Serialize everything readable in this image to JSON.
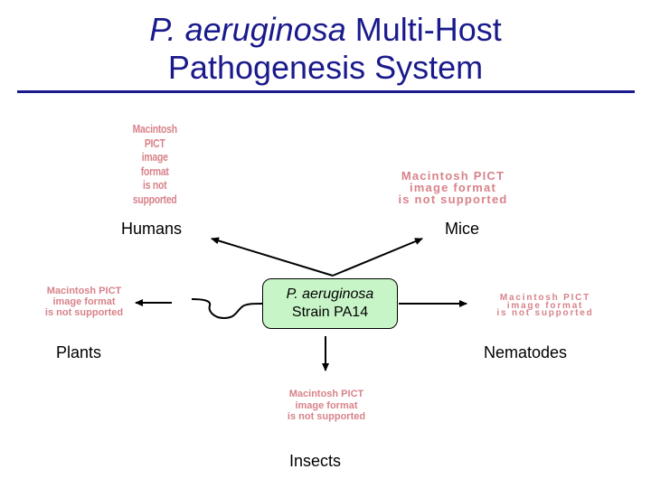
{
  "title": {
    "italic": "P. aeruginosa",
    "rest_line1": " Multi-Host",
    "line2": "Pathogenesis System"
  },
  "pict_text": {
    "line1": "Macintosh PICT",
    "line2": "image format",
    "line3": "is not supported"
  },
  "labels": {
    "humans": "Humans",
    "mice": "Mice",
    "plants": "Plants",
    "nematodes": "Nematodes",
    "insects": "Insects"
  },
  "center": {
    "species": "P. aeruginosa",
    "strain": "Strain PA14"
  },
  "colors": {
    "title": "#1a1a8c",
    "center_fill": "#c8f5c8",
    "placeholder_text": "#d8828a"
  }
}
